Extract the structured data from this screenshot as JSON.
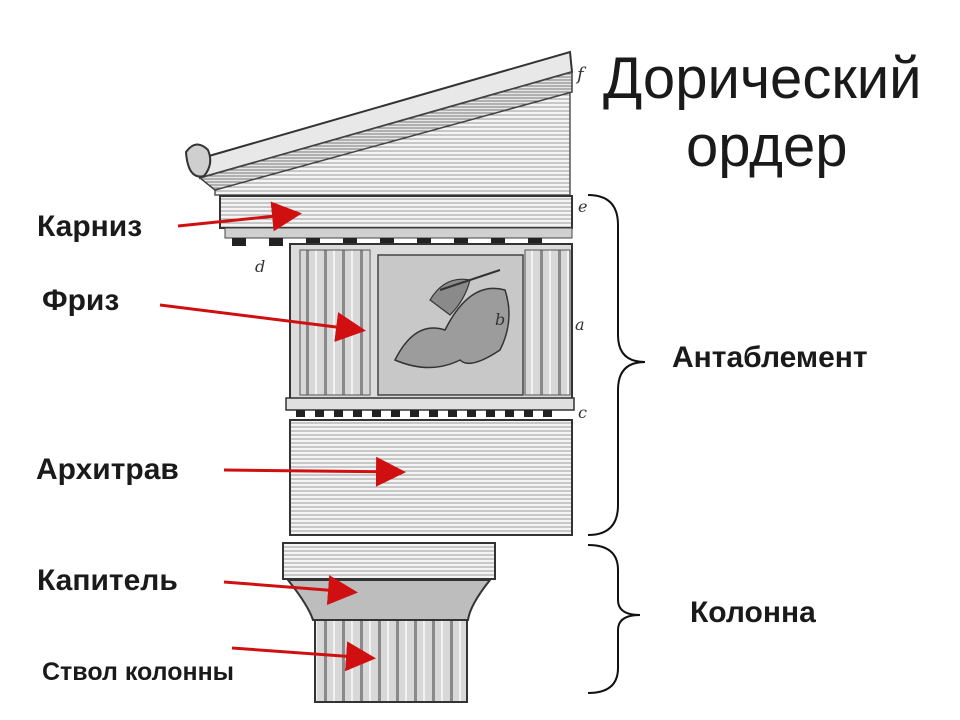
{
  "title": {
    "line1": "Дорический",
    "line2": "ордер"
  },
  "parts": {
    "cornice": "Карниз",
    "frieze": "Фриз",
    "architrave": "Архитрав",
    "capital": "Капитель",
    "shaft": "Ствол колонны"
  },
  "groups": {
    "entablature": "Антаблемент",
    "column": "Колонна"
  },
  "engraving_letters": [
    "f",
    "e",
    "d",
    "a",
    "b",
    "c"
  ],
  "colors": {
    "arrow": "#d01010",
    "ink": "#1a1a1a"
  }
}
